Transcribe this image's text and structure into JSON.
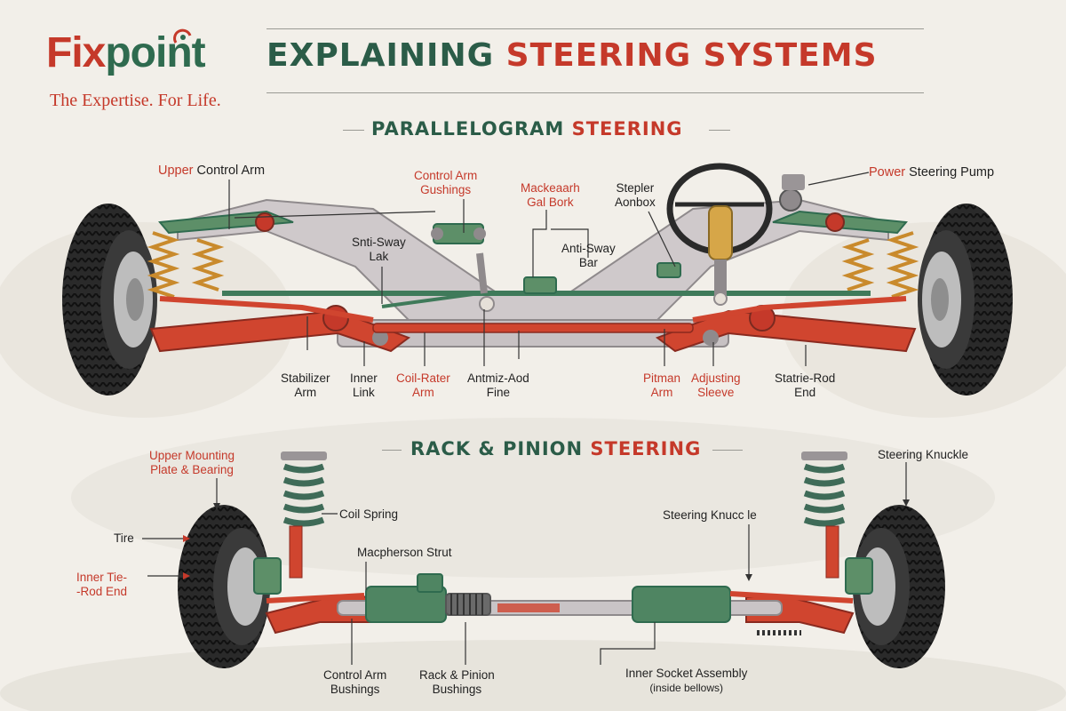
{
  "brand": {
    "name_part1": "Fix",
    "name_part2": "point",
    "tagline": "The Expertise. For Life."
  },
  "title": {
    "part1": "EXPLAINING ",
    "part2": "STEERING SYSTEMS"
  },
  "sections": {
    "parallelogram": {
      "part1": "PARALLELOGRAM ",
      "part2": "STEERING"
    },
    "rack": {
      "part1": "RACK & PINION ",
      "part2": "STEERING"
    }
  },
  "labels_top": {
    "upper_control_arm": {
      "part1": "Upper ",
      "part2": "Control Arm"
    },
    "control_arm_bushings": [
      "Control Arm",
      "Gushings"
    ],
    "mackearh": [
      "Mackeaarh",
      "Gal Bork"
    ],
    "stepler": [
      "Stepler",
      "Aonbox"
    ],
    "power_pump": {
      "part1": "Power ",
      "part2": "Steering Pump"
    },
    "anti_sway_lak": [
      "Snti-Sway",
      "Lak"
    ],
    "anti_sway_bar": [
      "Anti-Sway",
      "Bar"
    ],
    "stabilizer_arm": [
      "Stabilizer",
      "Arm"
    ],
    "inner_link": [
      "Inner",
      "Link"
    ],
    "coil_rater_arm": [
      "Coil-Rater",
      "Arm"
    ],
    "antmiz_aod": [
      "Antmiz-Aod",
      "Fine"
    ],
    "pitman_arm": [
      "Pitman",
      "Arm"
    ],
    "adjusting_sleeve": [
      "Adjusting",
      "Sleeve"
    ],
    "statie_rod_end": [
      "Statrie-Rod",
      "End"
    ]
  },
  "labels_bottom": {
    "upper_mounting": [
      "Upper Mounting",
      "Plate & Bearing"
    ],
    "coil_spring": "Coil Spring",
    "tire": "Tire",
    "inner_tie_rod": [
      "Inner Tie-",
      "-Rod End"
    ],
    "macpherson_strut": "Macpherson Strut",
    "steering_knuckle_right": "Steering Knuckle",
    "steering_knucle_mid": "Steering Knucc le",
    "control_arm_bushings": [
      "Control Arm",
      "Bushings"
    ],
    "rack_pinion_bushings": [
      "Rack & Pinion",
      "Bushings"
    ],
    "inner_socket": [
      "Inner Socket Assembly",
      "(inside bellows)"
    ]
  },
  "colors": {
    "brand_red": "#c5392a",
    "brand_green": "#2f6b4f",
    "steel": "#b9b4b4",
    "tire": "#2b2b2b",
    "background": "#f2efe9"
  }
}
